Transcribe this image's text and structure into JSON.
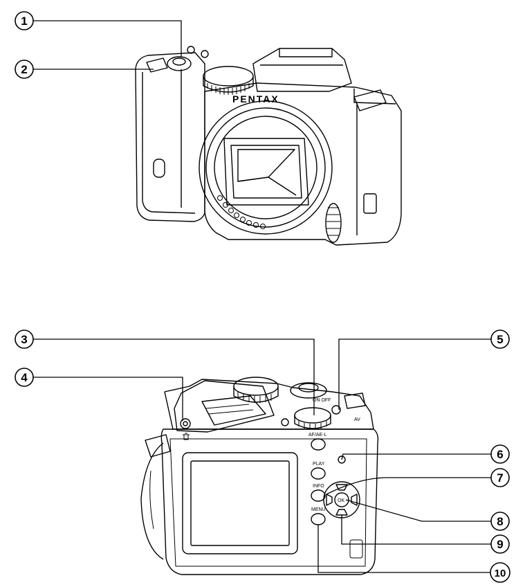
{
  "diagram": {
    "callouts": [
      "1",
      "2",
      "3",
      "4",
      "5",
      "6",
      "7",
      "8",
      "9",
      "10"
    ],
    "front_camera": {
      "brand": "PENTAX"
    },
    "back_camera": {
      "button_labels": {
        "af_ae_lock": "AF/AE-L",
        "play": "PLAY",
        "info": "INFO",
        "menu": "MENU",
        "ok": "OK",
        "av": "AV",
        "on_off": "ON OFF"
      }
    }
  }
}
